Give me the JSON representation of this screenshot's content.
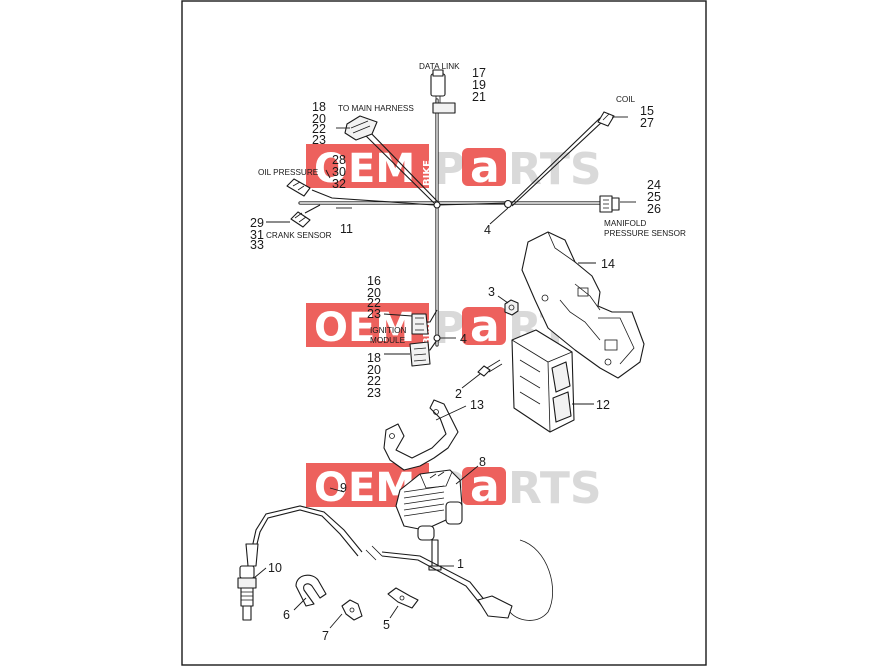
{
  "watermark": {
    "oem": "OEM",
    "bike": "BIKE",
    "p": "P",
    "a": "a",
    "rts": "RTS",
    "brand_color": "#e8352f"
  },
  "labels": {
    "data_link": "DATA LINK",
    "to_main_harness": "TO MAIN HARNESS",
    "coil": "COIL",
    "oil_pressure": "OIL PRESSURE",
    "crank_sensor": "CRANK SENSOR",
    "manifold_1": "MANIFOLD",
    "manifold_2": "PRESSURE SENSOR",
    "ignition_1": "IGNITION",
    "ignition_2": "MODULE"
  },
  "callouts": {
    "c1": "1",
    "c2": "2",
    "c3": "3",
    "c4a": "4",
    "c4b": "4",
    "c5": "5",
    "c6": "6",
    "c7": "7",
    "c8": "8",
    "c9": "9",
    "c10": "10",
    "c11": "11",
    "c12": "12",
    "c13": "13",
    "c14": "14",
    "c15": "15",
    "c27": "27",
    "c17": "17",
    "c19": "19",
    "c21": "21",
    "c18a": "18",
    "c20a": "20",
    "c22a": "22",
    "c23a": "23",
    "c28": "28",
    "c30": "30",
    "c32": "32",
    "c29": "29",
    "c31": "31",
    "c33": "33",
    "c24": "24",
    "c25": "25",
    "c26": "26",
    "c16": "16",
    "c20b": "20",
    "c22b": "22",
    "c23b": "23",
    "c18c": "18",
    "c20c": "20",
    "c22c": "22",
    "c23c": "23"
  }
}
